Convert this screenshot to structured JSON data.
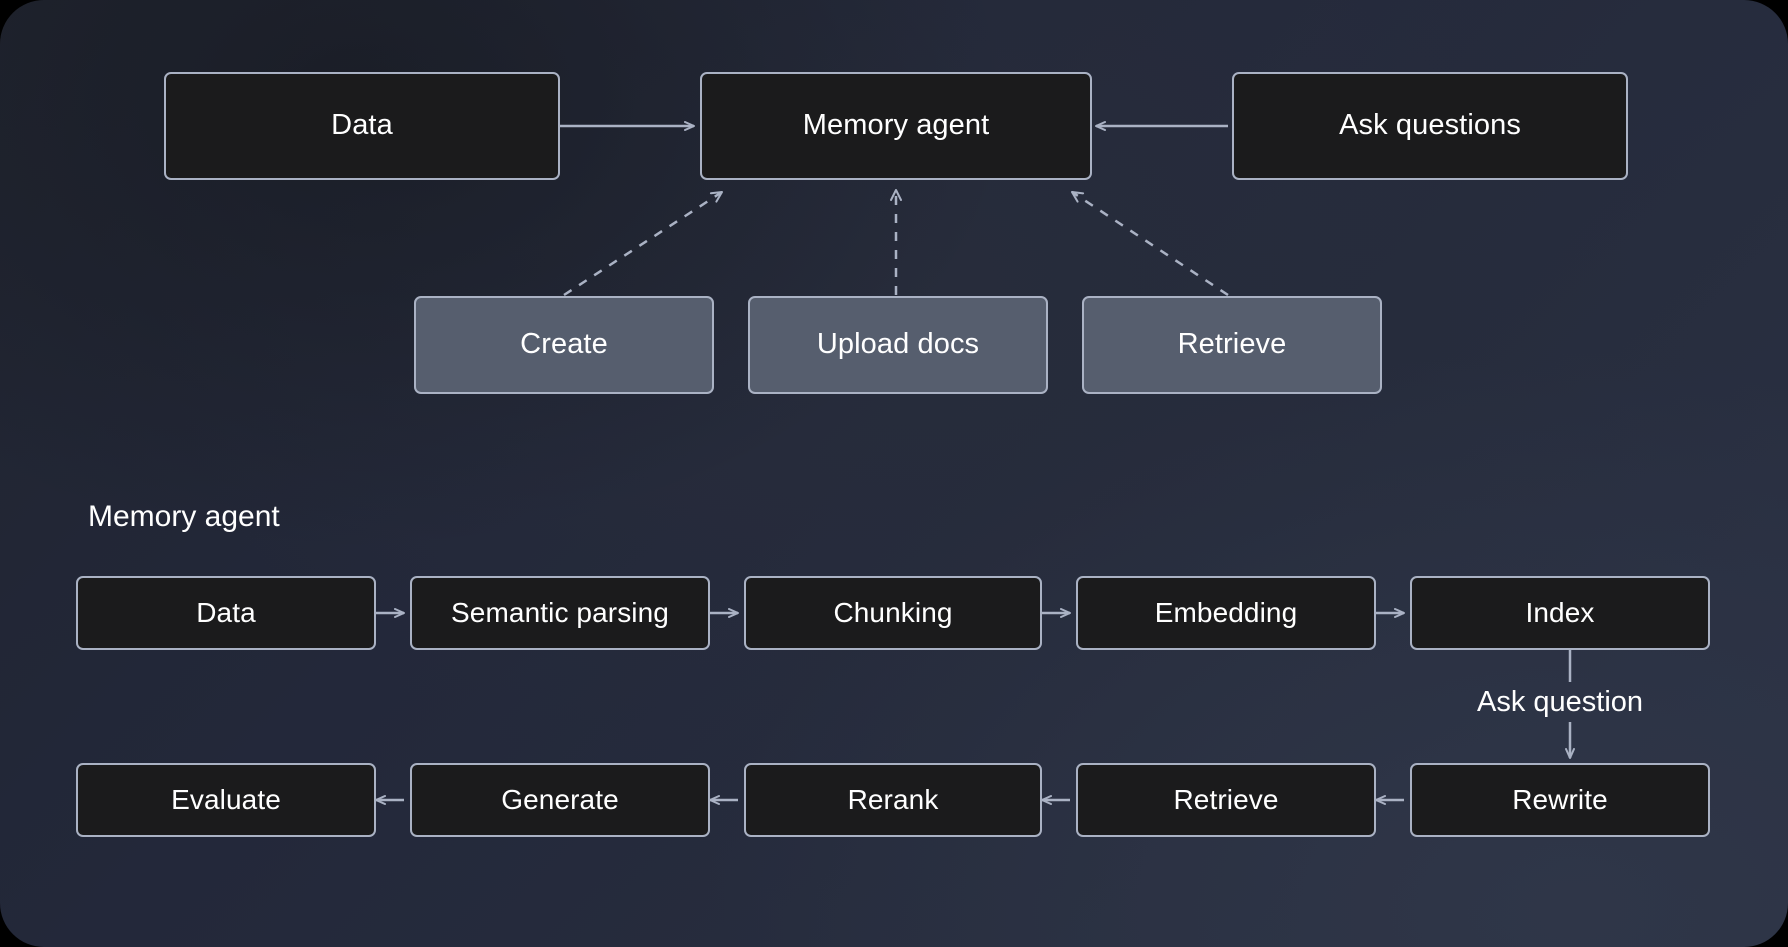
{
  "theme": {
    "canvas_bg": "#23283a",
    "node_fill": "#1b1b1c",
    "node_fill_light": "#565e6e",
    "node_border": "#aab2c4",
    "wire_color": "#aab2c4",
    "text_color": "#ffffff"
  },
  "overview": {
    "source_node": {
      "label": "Data"
    },
    "center_node": {
      "label": "Memory agent"
    },
    "input_node": {
      "label": "Ask questions"
    },
    "capabilities": [
      {
        "label": "Create"
      },
      {
        "label": "Upload docs"
      },
      {
        "label": "Retrieve"
      }
    ]
  },
  "pipeline": {
    "title": "Memory agent",
    "ingest_row": [
      {
        "label": "Data"
      },
      {
        "label": "Semantic parsing"
      },
      {
        "label": "Chunking"
      },
      {
        "label": "Embedding"
      },
      {
        "label": "Index"
      }
    ],
    "bridge_label": "Ask question",
    "query_row": [
      {
        "label": "Rewrite"
      },
      {
        "label": "Retrieve"
      },
      {
        "label": "Rerank"
      },
      {
        "label": "Generate"
      },
      {
        "label": "Evaluate"
      }
    ]
  }
}
